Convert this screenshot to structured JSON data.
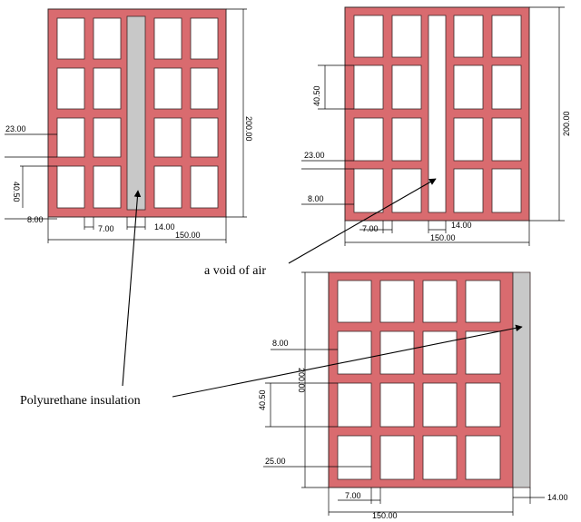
{
  "callouts": {
    "void": "a void of air",
    "insulation": "Polyurethane insulation"
  },
  "block_a": {
    "dims": {
      "d23": "23.00",
      "d4050": "40.50",
      "d8": "8.00",
      "d7": "7.00",
      "d14": "14.00",
      "d150": "150.00",
      "d200": "200.00"
    }
  },
  "block_b": {
    "dims": {
      "d4050": "40.50",
      "d23": "23.00",
      "d8": "8.00",
      "d7": "7.00",
      "d14": "14.00",
      "d150": "150.00",
      "d200": "200.00"
    }
  },
  "block_c": {
    "dims": {
      "d8": "8.00",
      "d200": "200.00",
      "d4050": "40.50",
      "d25": "25.00",
      "d7": "7.00",
      "d150": "150.00",
      "d14": "14.00"
    }
  },
  "colors": {
    "brick": "#d96b6f",
    "insulation": "#c8c8c8",
    "outline": "#3a2a2a"
  }
}
